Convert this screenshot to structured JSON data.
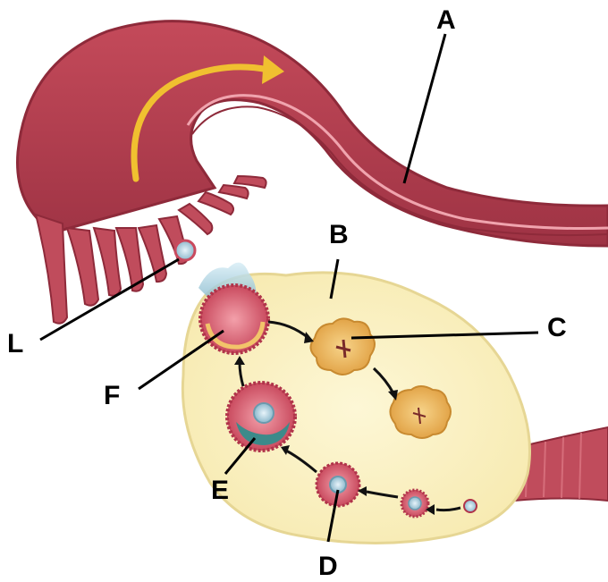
{
  "labels": {
    "a": "A",
    "b": "B",
    "c": "C",
    "d": "D",
    "e": "E",
    "f": "F",
    "l": "L"
  },
  "colors": {
    "tube": "#b8414f",
    "tube_dark": "#8e2a3a",
    "tube_light": "#e07c88",
    "ovary": "#fbf2c4",
    "ovary_edge": "#e9dca0",
    "corpus_luteum": "#f2c46a",
    "follicle": "#d4586a",
    "arrow": "#f0c030"
  }
}
